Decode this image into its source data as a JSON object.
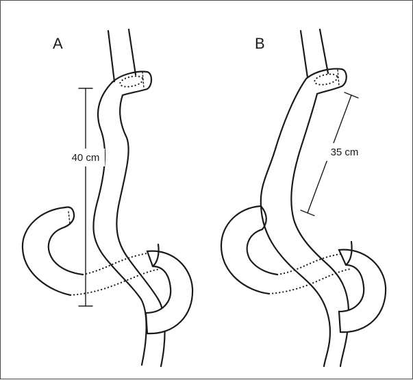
{
  "panels": [
    {
      "label": "A",
      "measurement": "40 cm"
    },
    {
      "label": "B",
      "measurement": "35 cm"
    }
  ]
}
